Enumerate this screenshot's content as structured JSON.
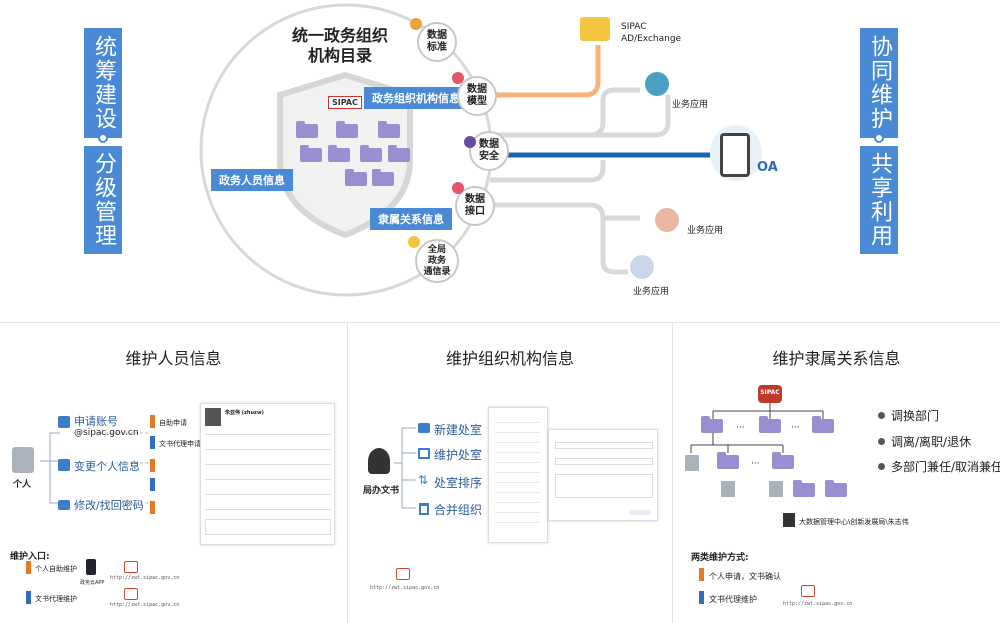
{
  "top": {
    "left_bar_1": "统筹建设",
    "left_bar_2": "分级管理",
    "right_bar_1": "协同维护",
    "right_bar_2": "共享利用",
    "center_title": "统一政务组织\n机构目录",
    "shield_logo": "SIPAC",
    "tags": {
      "org_info": "政务组织机构信息",
      "person_info": "政务人员信息",
      "relation_info": "隶属关系信息"
    },
    "bubbles": {
      "standard": "数据\n标准",
      "model": "数据\n模型",
      "security": "数据\n安全",
      "interface": "数据\n接口",
      "directory": "全局\n政务\n通信录"
    },
    "targets": {
      "sipac_line1": "SIPAC",
      "sipac_line2": "AD/Exchange",
      "app1": "业务应用",
      "oa": "OA",
      "app2": "业务应用",
      "app3": "业务应用"
    },
    "colors": {
      "blue": "#4a8ad4",
      "orange": "#f5a15a",
      "dark_blue": "#1f5fb4",
      "gray_line": "#d9d9d9"
    }
  },
  "panel1": {
    "title": "维护人员信息",
    "person_label": "个人",
    "rows": [
      {
        "label": "申请账号",
        "sub": "@sipac.gov.cn"
      },
      {
        "label": "变更个人信息",
        "sub": ""
      },
      {
        "label": "修改/找回密码",
        "sub": ""
      }
    ],
    "side_tags": {
      "self": "自助申请",
      "proxy": "文书代理申请"
    },
    "entry_title": "维护入口:",
    "entry_self": "个人自助维护",
    "entry_app": "政务云APP",
    "entry_proxy": "文书代理维护",
    "url": "http://zwt.sipac.gov.cn",
    "mock_name": "朱亚伟 (zhuzw)"
  },
  "panel2": {
    "title": "维护组织机构信息",
    "office_label": "局办文书",
    "actions": [
      {
        "label": "新建处室"
      },
      {
        "label": "维护处室"
      },
      {
        "label": "处室排序"
      },
      {
        "label": "合并组织"
      }
    ],
    "url": "http://zwt.sipac.gov.cn"
  },
  "panel3": {
    "title": "维护隶属关系信息",
    "logo": "SIPAC",
    "options": [
      "调换部门",
      "调离/离职/退休",
      "多部门兼任/取消兼任"
    ],
    "caption": "大数据管理中心\\创新发展局\\朱志伟",
    "methods_title": "两类维护方式:",
    "method_1": "个人申请，文书确认",
    "method_2": "文书代理维护",
    "url": "http://zwt.sipac.gov.cn"
  }
}
